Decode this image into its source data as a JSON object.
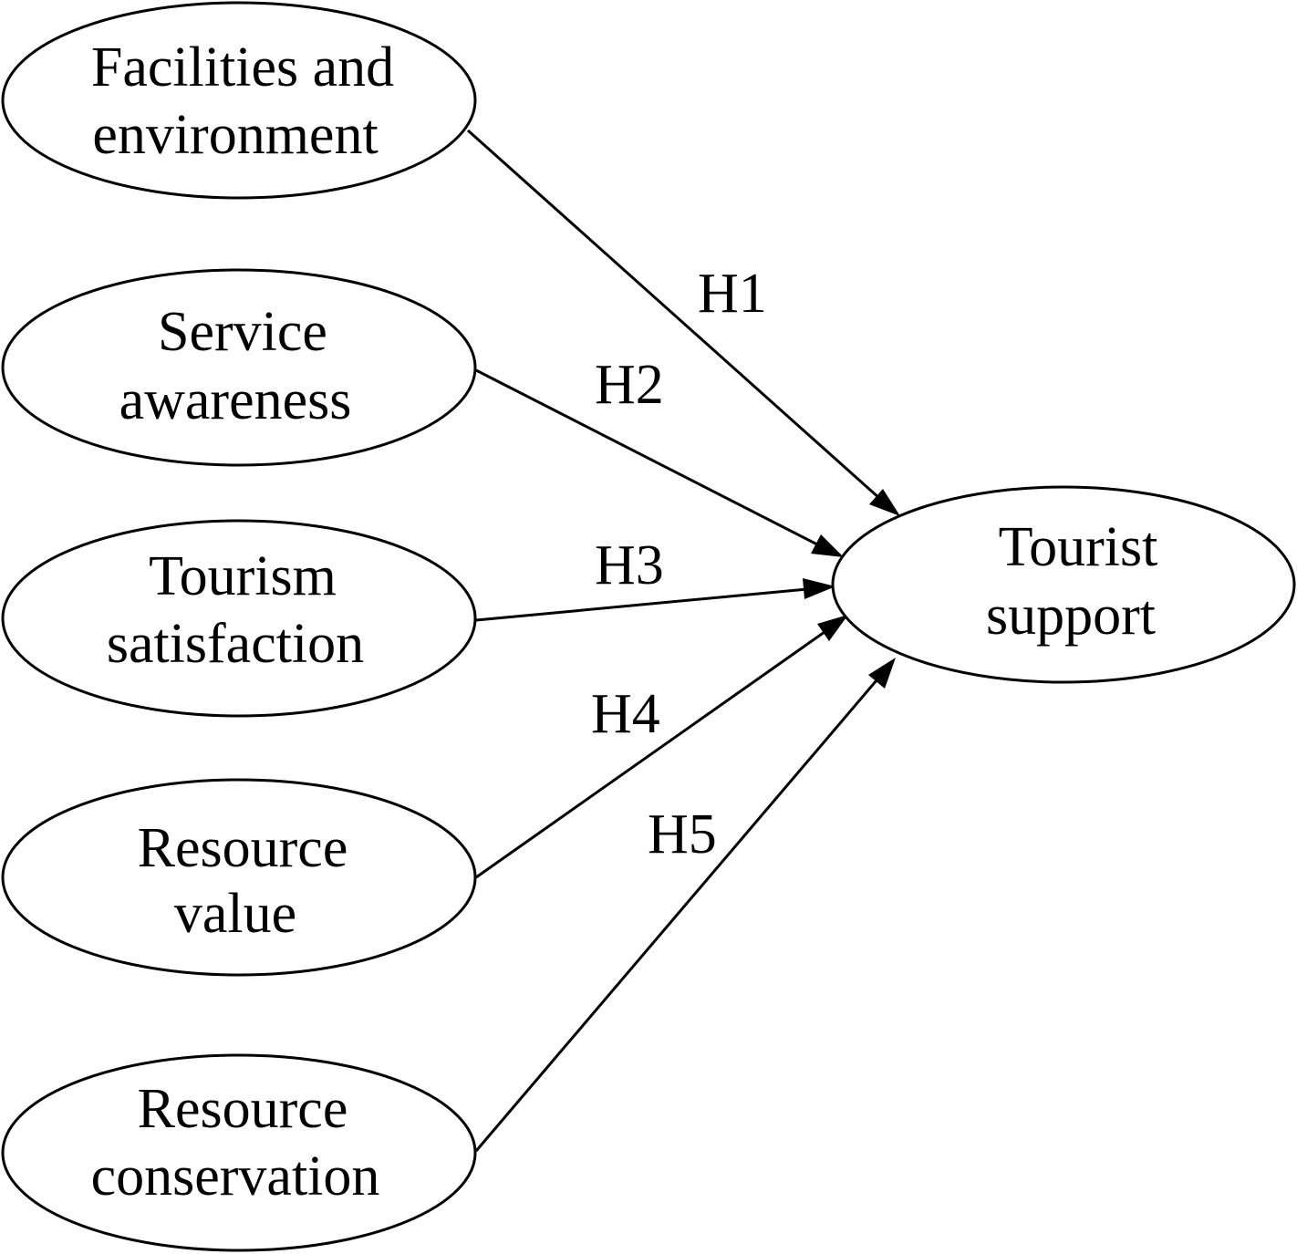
{
  "nodes": {
    "facilities": {
      "line1": "Facilities and",
      "line2": "environment"
    },
    "service": {
      "line1": "Service",
      "line2": "awareness"
    },
    "satisfaction": {
      "line1": "Tourism",
      "line2": "satisfaction"
    },
    "value": {
      "line1": "Resource",
      "line2": "value"
    },
    "conservation": {
      "line1": "Resource",
      "line2": "conservation"
    },
    "support": {
      "line1": "Tourist",
      "line2": "support"
    }
  },
  "edges": {
    "h1": "H1",
    "h2": "H2",
    "h3": "H3",
    "h4": "H4",
    "h5": "H5"
  }
}
